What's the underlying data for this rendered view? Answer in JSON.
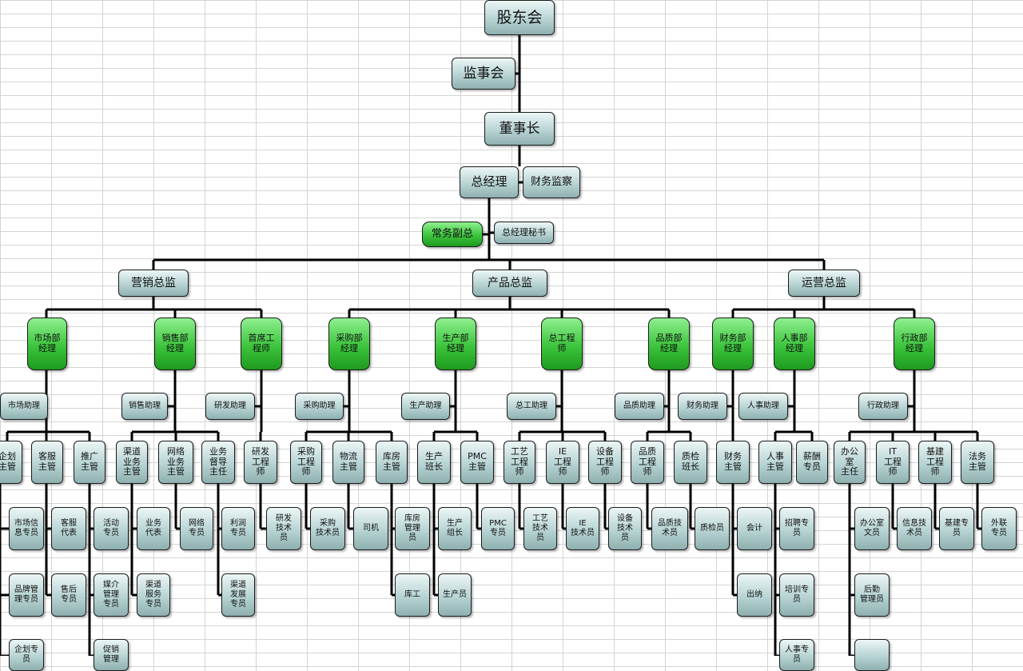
{
  "colors": {
    "node_fill": "#b7d3d3",
    "manager_fill": "#3cc43c",
    "line": "#000000",
    "grid": "#d4d4d4"
  },
  "nodes": [
    {
      "id": "gudonghui",
      "text": "股东会",
      "type": "gray"
    },
    {
      "id": "jianshihui",
      "text": "监事会",
      "type": "gray"
    },
    {
      "id": "dongshizhang",
      "text": "董事长",
      "type": "gray"
    },
    {
      "id": "zongjingli",
      "text": "总经理",
      "type": "gray"
    },
    {
      "id": "caiwujiancha",
      "text": "财务监察",
      "type": "gray"
    },
    {
      "id": "changwufuzong",
      "text": "常务副总",
      "type": "green"
    },
    {
      "id": "zjlmishu",
      "text": "总经理秘书",
      "type": "gray"
    },
    {
      "id": "yingxiao",
      "text": "营销总监",
      "type": "gray"
    },
    {
      "id": "chanpin",
      "text": "产品总监",
      "type": "gray"
    },
    {
      "id": "yunying",
      "text": "运营总监",
      "type": "gray"
    },
    {
      "id": "shichangbu",
      "text": "市场部\n经理",
      "type": "green"
    },
    {
      "id": "xiaoshoubu",
      "text": "销售部\n经理",
      "type": "green"
    },
    {
      "id": "shouxigcs",
      "text": "首席工\n程师",
      "type": "green"
    },
    {
      "id": "caigoubu",
      "text": "采购部\n经理",
      "type": "green"
    },
    {
      "id": "shengchanbu",
      "text": "生产部\n经理",
      "type": "green"
    },
    {
      "id": "zonggcs",
      "text": "总工程\n师",
      "type": "green"
    },
    {
      "id": "pinzhibu",
      "text": "品质部\n经理",
      "type": "green"
    },
    {
      "id": "caiwubu",
      "text": "财务部\n经理",
      "type": "green"
    },
    {
      "id": "renshibu",
      "text": "人事部\n经理",
      "type": "green"
    },
    {
      "id": "xingzhengbu",
      "text": "行政部\n经理",
      "type": "green"
    },
    {
      "id": "a_shichang",
      "text": "市场助理",
      "type": "gray"
    },
    {
      "id": "a_xiaoshou",
      "text": "销售助理",
      "type": "gray"
    },
    {
      "id": "a_yanfa",
      "text": "研发助理",
      "type": "gray"
    },
    {
      "id": "a_caigou",
      "text": "采购助理",
      "type": "gray"
    },
    {
      "id": "a_shengchan",
      "text": "生产助理",
      "type": "gray"
    },
    {
      "id": "a_zonggong",
      "text": "总工助理",
      "type": "gray"
    },
    {
      "id": "a_pinzhi",
      "text": "品质助理",
      "type": "gray"
    },
    {
      "id": "a_caiwu",
      "text": "财务助理",
      "type": "gray"
    },
    {
      "id": "a_renshi",
      "text": "人事助理",
      "type": "gray"
    },
    {
      "id": "a_xingzheng",
      "text": "行政助理",
      "type": "gray"
    },
    {
      "id": "s_qihua",
      "text": "企划\n主管",
      "type": "gray"
    },
    {
      "id": "s_kefu",
      "text": "客服\n主管",
      "type": "gray"
    },
    {
      "id": "s_tuiguang",
      "text": "推广\n主管",
      "type": "gray"
    },
    {
      "id": "s_qudao",
      "text": "渠道\n业务\n主管",
      "type": "gray"
    },
    {
      "id": "s_wangluo",
      "text": "网络\n业务\n主管",
      "type": "gray"
    },
    {
      "id": "s_yewududao",
      "text": "业务\n督导\n主任",
      "type": "gray"
    },
    {
      "id": "s_yanfagcs",
      "text": "研发\n工程\n师",
      "type": "gray"
    },
    {
      "id": "s_caigougcs",
      "text": "采购\n工程\n师",
      "type": "gray"
    },
    {
      "id": "s_wuliu",
      "text": "物流\n主管",
      "type": "gray"
    },
    {
      "id": "s_kufang",
      "text": "库房\n主管",
      "type": "gray"
    },
    {
      "id": "s_shengchanbz",
      "text": "生产\n班长",
      "type": "gray"
    },
    {
      "id": "s_pmc",
      "text": "PMC\n主管",
      "type": "gray"
    },
    {
      "id": "s_gongyi",
      "text": "工艺\n工程\n师",
      "type": "gray"
    },
    {
      "id": "s_ie",
      "text": "IE\n工程\n师",
      "type": "gray"
    },
    {
      "id": "s_shebei",
      "text": "设备\n工程\n师",
      "type": "gray"
    },
    {
      "id": "s_pinzhigcs",
      "text": "品质\n工程\n师",
      "type": "gray"
    },
    {
      "id": "s_zhijian",
      "text": "质检\n班长",
      "type": "gray"
    },
    {
      "id": "s_caiwuzg",
      "text": "财务\n主管",
      "type": "gray"
    },
    {
      "id": "s_renshizg",
      "text": "人事\n主管",
      "type": "gray"
    },
    {
      "id": "s_xinchou",
      "text": "薪酬\n专员",
      "type": "gray"
    },
    {
      "id": "s_bangongshi",
      "text": "办公\n室\n主任",
      "type": "gray"
    },
    {
      "id": "s_itgcs",
      "text": "IT\n工程\n师",
      "type": "gray"
    },
    {
      "id": "s_jijian",
      "text": "基建\n工程\n师",
      "type": "gray"
    },
    {
      "id": "s_fawu",
      "text": "法务\n主管",
      "type": "gray"
    },
    {
      "id": "l_shichangxinxi",
      "text": "市场信\n息专员",
      "type": "gray"
    },
    {
      "id": "l_pinpai",
      "text": "品牌管\n理专员",
      "type": "gray"
    },
    {
      "id": "l_qihuazy",
      "text": "企划专\n员",
      "type": "gray"
    },
    {
      "id": "l_kefudaibiao",
      "text": "客服\n代表",
      "type": "gray"
    },
    {
      "id": "l_shouhou",
      "text": "售后\n专员",
      "type": "gray"
    },
    {
      "id": "l_huodong",
      "text": "活动\n专员",
      "type": "gray"
    },
    {
      "id": "l_meijie",
      "text": "媒介\n管理\n专员",
      "type": "gray"
    },
    {
      "id": "l_cuxiao",
      "text": "促销\n管理",
      "type": "gray"
    },
    {
      "id": "l_yewudaibiao",
      "text": "业务\n代表",
      "type": "gray"
    },
    {
      "id": "l_qudaofuwu",
      "text": "渠道\n服务\n专员",
      "type": "gray"
    },
    {
      "id": "l_wangluozy",
      "text": "网络\n专员",
      "type": "gray"
    },
    {
      "id": "l_lirun",
      "text": "利润\n专员",
      "type": "gray"
    },
    {
      "id": "l_qudaofazhan",
      "text": "渠道\n发展\n专员",
      "type": "gray"
    },
    {
      "id": "l_yanfajsy",
      "text": "研发\n技术\n员",
      "type": "gray"
    },
    {
      "id": "l_caigoujsy",
      "text": "采购\n技术员",
      "type": "gray"
    },
    {
      "id": "l_siji",
      "text": "司机",
      "type": "gray"
    },
    {
      "id": "l_kufangguanli",
      "text": "库房\n管理\n员",
      "type": "gray"
    },
    {
      "id": "l_kugong",
      "text": "库工",
      "type": "gray"
    },
    {
      "id": "l_shengchanzz",
      "text": "生产\n组长",
      "type": "gray"
    },
    {
      "id": "l_shengchanyuan",
      "text": "生产员",
      "type": "gray"
    },
    {
      "id": "l_pmczy",
      "text": "PMC\n专员",
      "type": "gray"
    },
    {
      "id": "l_gongyijsy",
      "text": "工艺\n技术\n员",
      "type": "gray"
    },
    {
      "id": "l_iejsy",
      "text": "IE\n技术员",
      "type": "gray"
    },
    {
      "id": "l_shebeijsy",
      "text": "设备\n技术\n员",
      "type": "gray"
    },
    {
      "id": "l_pinzhijsy",
      "text": "品质技\n术员",
      "type": "gray"
    },
    {
      "id": "l_zhijianyuan",
      "text": "质检员",
      "type": "gray"
    },
    {
      "id": "l_kuaiji",
      "text": "会计",
      "type": "gray"
    },
    {
      "id": "l_chuna",
      "text": "出纳",
      "type": "gray"
    },
    {
      "id": "l_zhaopin",
      "text": "招聘专\n员",
      "type": "gray"
    },
    {
      "id": "l_peixun",
      "text": "培训专\n员",
      "type": "gray"
    },
    {
      "id": "l_renshizy",
      "text": "人事专\n员",
      "type": "gray"
    },
    {
      "id": "l_wenyuan",
      "text": "办公室\n文员",
      "type": "gray"
    },
    {
      "id": "l_houqin",
      "text": "后勤\n管理员",
      "type": "gray"
    },
    {
      "id": "l_bangongblank",
      "text": "",
      "type": "gray"
    },
    {
      "id": "l_xinxijs",
      "text": "信息技\n术员",
      "type": "gray"
    },
    {
      "id": "l_jijianzy",
      "text": "基建专\n员",
      "type": "gray"
    },
    {
      "id": "l_wailian",
      "text": "外联\n专员",
      "type": "gray"
    }
  ]
}
